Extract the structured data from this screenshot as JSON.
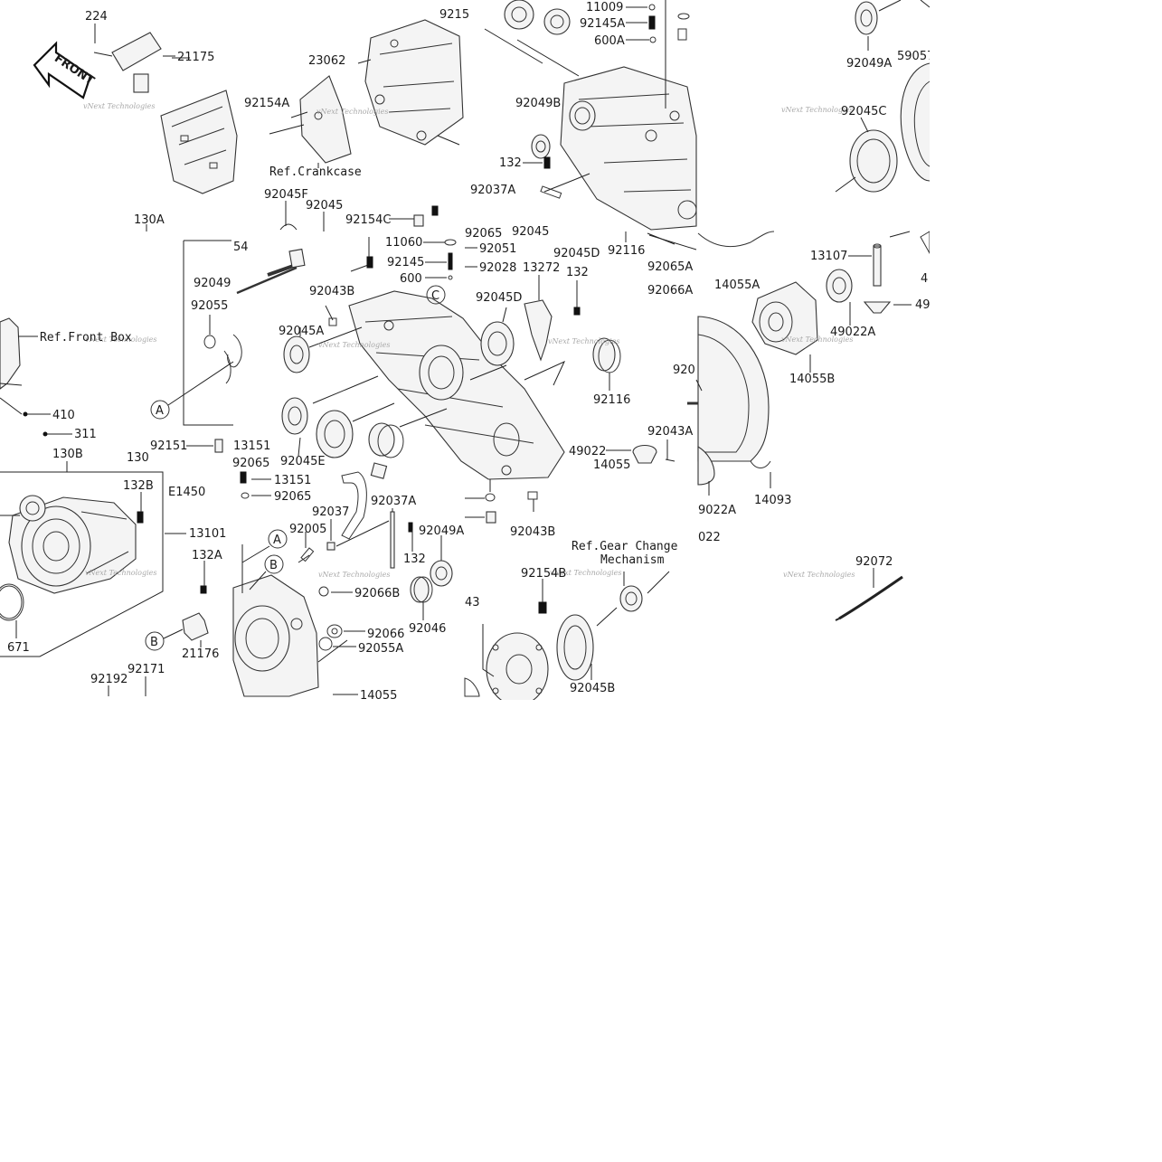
{
  "diagram": {
    "front_label": "FRONT",
    "watermark": "vNext Technologies",
    "refs": {
      "crankcase": "Ref.Crankcase",
      "front_box": "Ref.Front Box",
      "gear_change_1": "Ref.Gear Change",
      "gear_change_2": "Mechanism"
    },
    "circle_markers": [
      "A",
      "B",
      "C"
    ],
    "part_labels": {
      "p224": "224",
      "p21175": "21175",
      "p92154A": "92154A",
      "p23062": "23062",
      "p9215": "9215",
      "p92045F": "92045F",
      "p92045": "92045",
      "p92154C": "92154C",
      "p130A": "130A",
      "p54": "54",
      "p92049": "92049",
      "p92055": "92055",
      "p92043B_top": "92043B",
      "p92045A": "92045A",
      "p410": "410",
      "p311": "311",
      "p130B": "130B",
      "p130": "130",
      "p92151": "92151",
      "p13151": "13151",
      "p92065_mid": "92065",
      "p92045E": "92045E",
      "p132B": "132B",
      "pE1450": "E1450",
      "p13101": "13101",
      "p132A": "132A",
      "p13151b": "13151",
      "p92065b": "92065",
      "p92005": "92005",
      "p92037": "92037",
      "p92037A": "92037A",
      "p92049A_mid": "92049A",
      "p132_mid": "132",
      "p92066B": "92066B",
      "p92066": "92066",
      "p92046": "92046",
      "p92055A": "92055A",
      "p14055": "14055",
      "p21176": "21176",
      "p671": "671",
      "p92192": "92192",
      "p92171": "92171",
      "p11009": "11009",
      "p92145A": "92145A",
      "p600A": "600A",
      "p92049B": "92049B",
      "p132_top": "132",
      "p92037A_top": "92037A",
      "p11060": "11060",
      "p92051": "92051",
      "p92145": "92145",
      "p92028": "92028",
      "p600": "600",
      "p13272": "13272",
      "p132_r": "132",
      "p92045D_a": "92045D",
      "p92045D_b": "92045D",
      "p92116_a": "92116",
      "p92116_b": "92116",
      "p92065A": "92065A",
      "p92066A": "92066A",
      "p49022": "49022",
      "p92043A": "92043A",
      "p92043B_bot": "92043B",
      "p92154B": "92154B",
      "p92045B": "92045B",
      "p43": "43",
      "p92049A_top": "92049A",
      "p59057": "59057",
      "p92045C": "92045C",
      "p13107": "13107",
      "p14055A": "14055A",
      "p49022A_a": "49022A",
      "p49022A_b": "9022A",
      "p49_r": "49",
      "p4_r": "4",
      "p14055B": "14055B",
      "p920": "920",
      "p14093": "14093",
      "p022": "022",
      "p92072": "92072",
      "p14055_frag": "14055",
      "p92065_frag": "92065",
      "p92045_frag": "92045"
    }
  }
}
